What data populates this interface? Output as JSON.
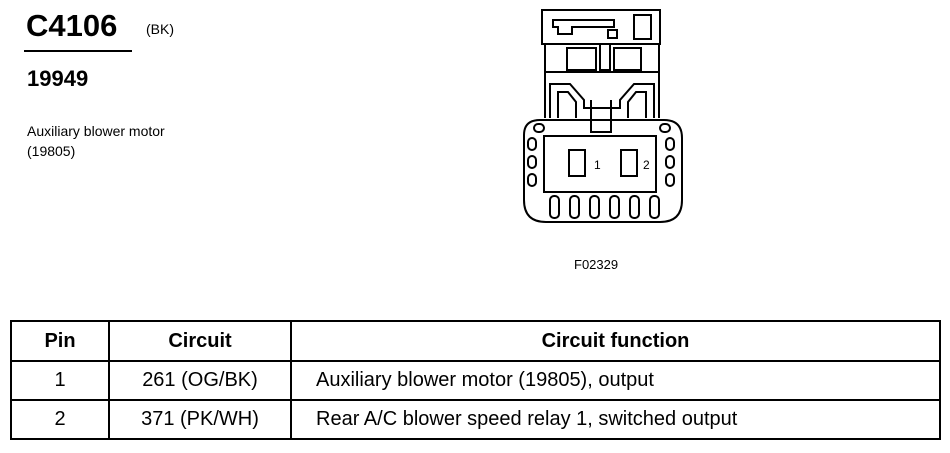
{
  "header": {
    "connector_id": "C4106",
    "color_code": "(BK)",
    "part_number": "19949",
    "description": "Auxiliary blower motor (19805)"
  },
  "diagram": {
    "figure_id": "F02329",
    "pin_labels": [
      "1",
      "2"
    ]
  },
  "table": {
    "headers": {
      "pin": "Pin",
      "circuit": "Circuit",
      "function": "Circuit function"
    },
    "rows": [
      {
        "pin": "1",
        "circuit": "261 (OG/BK)",
        "function": "Auxiliary blower motor (19805), output"
      },
      {
        "pin": "2",
        "circuit": "371 (PK/WH)",
        "function": "Rear A/C blower speed relay 1, switched output"
      }
    ]
  }
}
